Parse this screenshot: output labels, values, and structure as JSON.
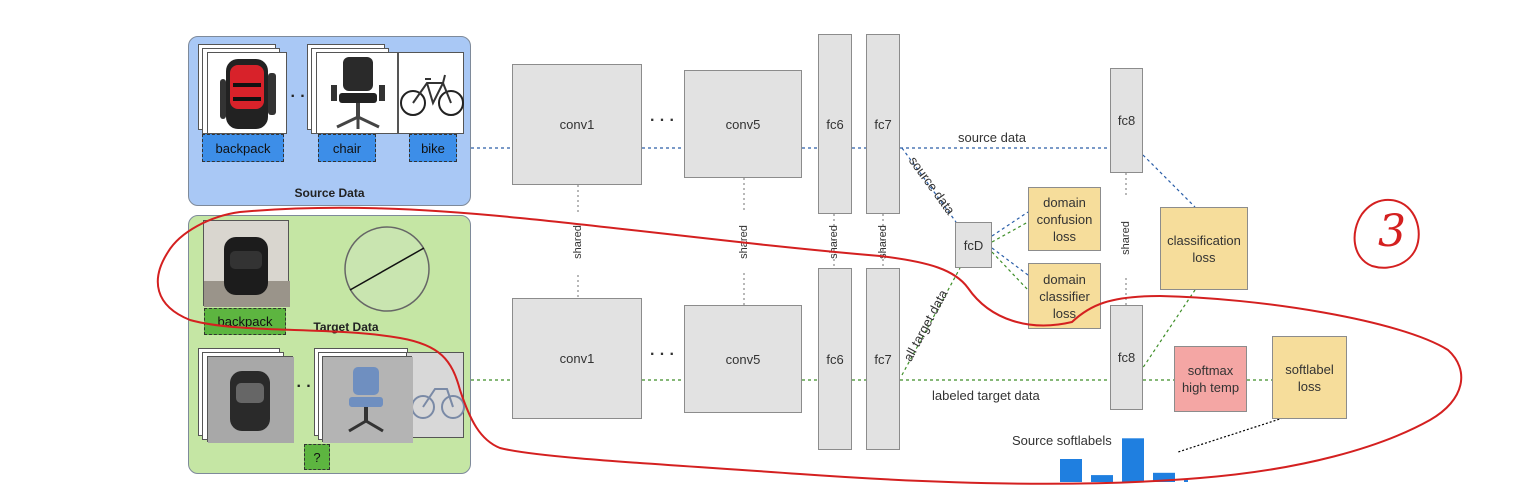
{
  "source_panel": {
    "title": "Source Data",
    "labels": [
      "backpack",
      "chair",
      "bike"
    ],
    "ellipsis": "· ·"
  },
  "target_panel": {
    "title": "Target Data",
    "labeled_label": "backpack",
    "unlabeled_label": "?",
    "ellipsis": "· ·"
  },
  "layers": {
    "conv1": "conv1",
    "conv5": "conv5",
    "fc6": "fc6",
    "fc7": "fc7",
    "fc8": "fc8",
    "fcD": "fcD",
    "dots": "· · ·"
  },
  "losses": {
    "domain_confusion": "domain\nconfusion\nloss",
    "domain_classifier": "domain\nclassifier\nloss",
    "classification": "classification\nloss",
    "softmax": "softmax\nhigh temp",
    "softlabel": "softlabel\nloss"
  },
  "edge_labels": {
    "shared": "shared",
    "source_data": "source data",
    "source_data_diag": "source data",
    "all_target_data": "all target data",
    "labeled_target_data": "labeled target data"
  },
  "softlabels": {
    "title": "Source softlabels",
    "values": [
      0.5,
      0.15,
      0.95,
      0.2,
      0.05
    ]
  },
  "annotation": {
    "mark": "3",
    "color": "#d42020"
  },
  "colors": {
    "source_panel": "#a9c8f5",
    "target_panel": "#c5e6a4",
    "source_tag": "#3d8ee8",
    "target_tag": "#5db540",
    "softmax": "#f4a6a4",
    "bar": "#1f7fe0"
  }
}
